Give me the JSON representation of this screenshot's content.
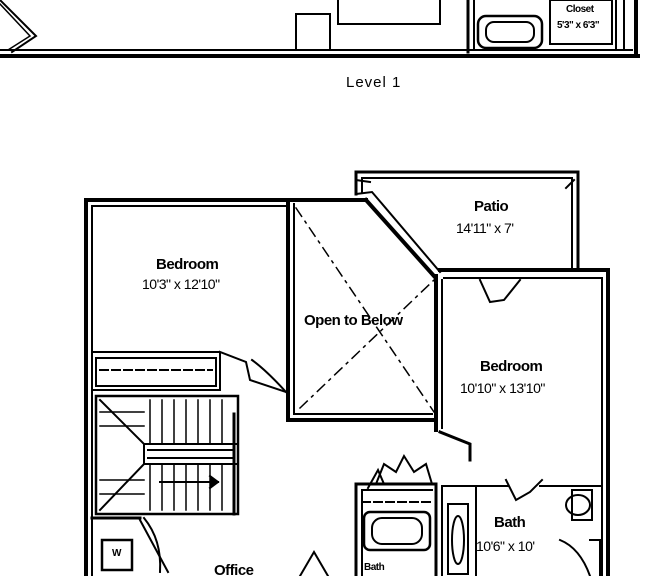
{
  "level_label": "Level 1",
  "upper_floor": {
    "closet": {
      "name": "Closet",
      "dims": "5'3\" x 6'3\""
    },
    "patio": {
      "name": "Patio",
      "dims": "14'11\" x 7'"
    },
    "bedroom_left": {
      "name": "Bedroom",
      "dims": "10'3\" x 12'10\""
    },
    "open_to_below": {
      "name": "Open to Below"
    },
    "bedroom_right": {
      "name": "Bedroom",
      "dims": "10'10\" x 13'10\""
    },
    "bath_right": {
      "name": "Bath",
      "dims": "10'6\" x 10'"
    },
    "office": {
      "name": "Office"
    },
    "bath_small": {
      "name": "Bath"
    },
    "w": {
      "name": "W"
    }
  }
}
